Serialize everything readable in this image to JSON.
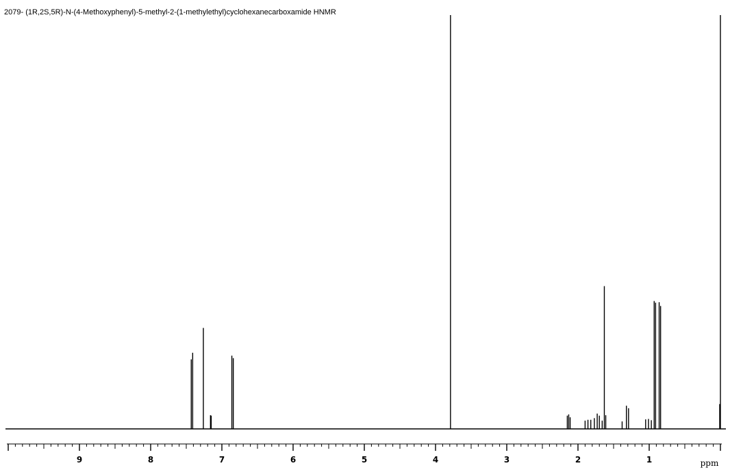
{
  "chart_data": {
    "type": "line",
    "title": "2079- (1R,2S,5R)-N-(4-Methoxyphenyl)-5-methyl-2-(1-methylethyl)cyclohexanecarboxamide HNMR",
    "xlabel": "ppm",
    "ylabel": "",
    "xlim": [
      10.0,
      0.0
    ],
    "x_reversed": true,
    "ylim": [
      0,
      100
    ],
    "grid": false,
    "tick_labels": [
      "9",
      "8",
      "7",
      "6",
      "5",
      "4",
      "3",
      "2",
      "1"
    ],
    "peaks": [
      {
        "x": 7.43,
        "y": 16.8
      },
      {
        "x": 7.41,
        "y": 18.4
      },
      {
        "x": 7.26,
        "y": 24.4
      },
      {
        "x": 7.16,
        "y": 3.3
      },
      {
        "x": 7.15,
        "y": 3.2
      },
      {
        "x": 6.86,
        "y": 17.7
      },
      {
        "x": 6.84,
        "y": 17.1
      },
      {
        "x": 3.79,
        "y": 100.0
      },
      {
        "x": 2.15,
        "y": 3.2
      },
      {
        "x": 2.13,
        "y": 3.5
      },
      {
        "x": 2.11,
        "y": 2.8
      },
      {
        "x": 1.9,
        "y": 2.0
      },
      {
        "x": 1.86,
        "y": 2.2
      },
      {
        "x": 1.82,
        "y": 2.2
      },
      {
        "x": 1.77,
        "y": 2.6
      },
      {
        "x": 1.73,
        "y": 3.7
      },
      {
        "x": 1.7,
        "y": 3.2
      },
      {
        "x": 1.66,
        "y": 2.0
      },
      {
        "x": 1.63,
        "y": 34.5
      },
      {
        "x": 1.61,
        "y": 3.3
      },
      {
        "x": 1.38,
        "y": 1.8
      },
      {
        "x": 1.32,
        "y": 5.6
      },
      {
        "x": 1.29,
        "y": 5.0
      },
      {
        "x": 1.05,
        "y": 2.3
      },
      {
        "x": 1.01,
        "y": 2.4
      },
      {
        "x": 0.97,
        "y": 2.1
      },
      {
        "x": 0.93,
        "y": 30.9
      },
      {
        "x": 0.91,
        "y": 30.5
      },
      {
        "x": 0.86,
        "y": 30.6
      },
      {
        "x": 0.84,
        "y": 29.7
      },
      {
        "x": 0.0,
        "y": 100.0
      },
      {
        "x": 0.01,
        "y": 6.0
      }
    ]
  }
}
